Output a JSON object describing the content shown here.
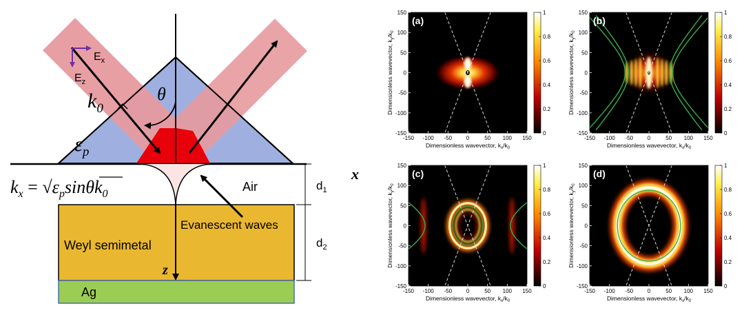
{
  "schematic": {
    "axis_x": "x",
    "axis_z": "z",
    "ex": "E",
    "ex_sub": "x",
    "ez": "E",
    "ez_sub": "z",
    "k0": "k",
    "k0_sub": "0",
    "theta": "θ",
    "eps": "ε",
    "eps_sub": "p",
    "kx_lhs": "k",
    "kx_lhs_sub": "x",
    "kx_eq": " = ",
    "kx_root": "√",
    "kx_eps": "ε",
    "kx_eps_sub": "p",
    "kx_rest": "sinθk",
    "kx_rest_sub": "0",
    "air": "Air",
    "evanescent": "Evanescent waves",
    "weyl": "Weyl semimetal",
    "ag": "Ag",
    "d1": "d",
    "d1_sub": "1",
    "d2": "d",
    "d2_sub": "2",
    "colors": {
      "prism": "#9fb0e0",
      "beam": "#e79a9f",
      "hot": "#e8000b",
      "weyl": "#eab730",
      "ag": "#9bcd55",
      "arrow_e": "#7030a0"
    }
  },
  "chart_data": [
    {
      "type": "heatmap",
      "label": "(a)",
      "xlabel": "Dimensionless wavevector, k",
      "xlabel_sub": "x",
      "xlabel_tail": "/k",
      "xlabel_tail_sub": "0",
      "ylabel": "Dimensionless wavevector, k",
      "ylabel_sub": "y",
      "ylabel_tail": "/k",
      "ylabel_tail_sub": "0",
      "xlim": [
        -150,
        150
      ],
      "ylim": [
        -150,
        150
      ],
      "xticks": [
        "-150",
        "-100",
        "-50",
        "0",
        "50",
        "100",
        "150"
      ],
      "yticks": [
        "150",
        "100",
        "50",
        "0",
        "-50",
        "-100",
        "-150"
      ],
      "colorbar": {
        "min": 0,
        "max": 1,
        "ticks": [
          "1",
          "0.8",
          "0.6",
          "0.4",
          "0.2",
          "0"
        ]
      },
      "colormap": "hot",
      "overlays": {
        "dashed_light_cone": true,
        "green_hyperbola": false,
        "green_ellipse": false
      },
      "feature": "bright double-lobe centered at origin, extended along kx to about ±80"
    },
    {
      "type": "heatmap",
      "label": "(b)",
      "xlabel": "Dimensionless wavevector, k",
      "xlabel_sub": "x",
      "xlabel_tail": "/k",
      "xlabel_tail_sub": "0",
      "ylabel": "Dimensionless wavevector, k",
      "ylabel_sub": "y",
      "ylabel_tail": "/k",
      "ylabel_tail_sub": "0",
      "xlim": [
        -150,
        150
      ],
      "ylim": [
        -150,
        150
      ],
      "xticks": [
        "-150",
        "-100",
        "-50",
        "0",
        "50",
        "100",
        "150"
      ],
      "yticks": [
        "150",
        "100",
        "50",
        "0",
        "-50",
        "-100",
        "-150"
      ],
      "colorbar": {
        "min": 0,
        "max": 1,
        "ticks": [
          "1",
          "0.8",
          "0.6",
          "0.4",
          "0.2",
          "0"
        ]
      },
      "colormap": "hot",
      "overlays": {
        "dashed_light_cone": true,
        "green_hyperbola": true,
        "green_ellipse": false
      },
      "feature": "vertical fringes between hyperbola branches near kx = ±60"
    },
    {
      "type": "heatmap",
      "label": "(c)",
      "xlabel": "Dimensionless wavevector, k",
      "xlabel_sub": "x",
      "xlabel_tail": "/k",
      "xlabel_tail_sub": "0",
      "ylabel": "Dimensionless wavevector, k",
      "ylabel_sub": "y",
      "ylabel_tail": "/k",
      "ylabel_tail_sub": "0",
      "xlim": [
        -150,
        150
      ],
      "ylim": [
        -150,
        150
      ],
      "xticks": [
        "-150",
        "-100",
        "-50",
        "0",
        "50",
        "100",
        "150"
      ],
      "yticks": [
        "150",
        "100",
        "50",
        "0",
        "-50",
        "-100",
        "-150"
      ],
      "colorbar": {
        "min": 0,
        "max": 1,
        "ticks": [
          "1",
          "0.8",
          "0.6",
          "0.4",
          "0.2",
          "0"
        ]
      },
      "colormap": "hot",
      "overlays": {
        "dashed_light_cone": true,
        "green_hyperbola": true,
        "green_ellipse": true
      },
      "feature": "concentric bright rings radius ~35-55, faint vertical bands at kx = ±110"
    },
    {
      "type": "heatmap",
      "label": "(d)",
      "xlabel": "Dimensionless wavevector, k",
      "xlabel_sub": "x",
      "xlabel_tail": "/k",
      "xlabel_tail_sub": "0",
      "ylabel": "Dimensionless wavevector, k",
      "ylabel_sub": "y",
      "ylabel_tail": "/k",
      "ylabel_tail_sub": "0",
      "xlim": [
        -150,
        150
      ],
      "ylim": [
        -150,
        150
      ],
      "xticks": [
        "-150",
        "-100",
        "-50",
        "0",
        "50",
        "100",
        "150"
      ],
      "yticks": [
        "150",
        "100",
        "50",
        "0",
        "-50",
        "-100",
        "-150"
      ],
      "colorbar": {
        "min": 0,
        "max": 1,
        "ticks": [
          "1",
          "0.8",
          "0.6",
          "0.4",
          "0.2",
          "0"
        ]
      },
      "colormap": "hot",
      "overlays": {
        "dashed_light_cone": true,
        "green_hyperbola": false,
        "green_ellipse": true
      },
      "feature": "large bright elliptical ring, semi-axes ~80 (kx) by ~95 (ky)"
    }
  ]
}
